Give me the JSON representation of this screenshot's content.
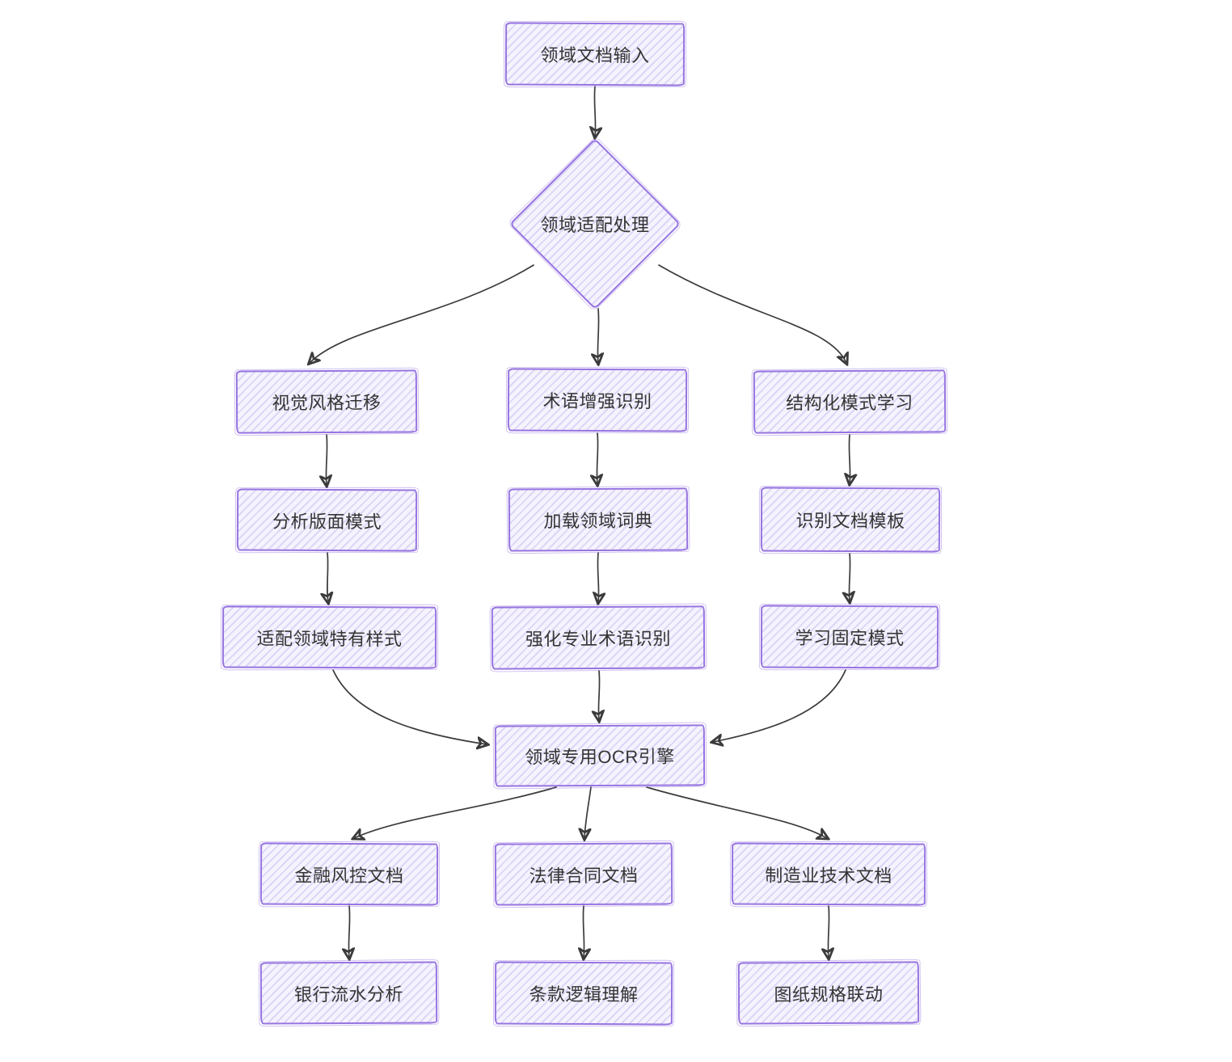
{
  "diagram": {
    "type": "flowchart",
    "direction": "top-down",
    "style": "hand-drawn",
    "nodes": {
      "input": {
        "label": "领域文档输入",
        "shape": "rect"
      },
      "adapt": {
        "label": "领域适配处理",
        "shape": "diamond"
      },
      "visual": {
        "label": "视觉风格迁移",
        "shape": "rect"
      },
      "term": {
        "label": "术语增强识别",
        "shape": "rect"
      },
      "struct": {
        "label": "结构化模式学习",
        "shape": "rect"
      },
      "layout": {
        "label": "分析版面模式",
        "shape": "rect"
      },
      "dict": {
        "label": "加载领域词典",
        "shape": "rect"
      },
      "template": {
        "label": "识别文档模板",
        "shape": "rect"
      },
      "style": {
        "label": "适配领域特有样式",
        "shape": "rect"
      },
      "prof": {
        "label": "强化专业术语识别",
        "shape": "rect"
      },
      "fixed": {
        "label": "学习固定模式",
        "shape": "rect"
      },
      "ocr": {
        "label": "领域专用OCR引擎",
        "shape": "rect"
      },
      "finance": {
        "label": "金融风控文档",
        "shape": "rect"
      },
      "legal": {
        "label": "法律合同文档",
        "shape": "rect"
      },
      "manu": {
        "label": "制造业技术文档",
        "shape": "rect"
      },
      "bank": {
        "label": "银行流水分析",
        "shape": "rect"
      },
      "clause": {
        "label": "条款逻辑理解",
        "shape": "rect"
      },
      "drawing": {
        "label": "图纸规格联动",
        "shape": "rect"
      }
    },
    "edges": [
      {
        "from": "input",
        "to": "adapt"
      },
      {
        "from": "adapt",
        "to": "visual"
      },
      {
        "from": "adapt",
        "to": "term"
      },
      {
        "from": "adapt",
        "to": "struct"
      },
      {
        "from": "visual",
        "to": "layout"
      },
      {
        "from": "term",
        "to": "dict"
      },
      {
        "from": "struct",
        "to": "template"
      },
      {
        "from": "layout",
        "to": "style"
      },
      {
        "from": "dict",
        "to": "prof"
      },
      {
        "from": "template",
        "to": "fixed"
      },
      {
        "from": "style",
        "to": "ocr"
      },
      {
        "from": "prof",
        "to": "ocr"
      },
      {
        "from": "fixed",
        "to": "ocr"
      },
      {
        "from": "ocr",
        "to": "finance"
      },
      {
        "from": "ocr",
        "to": "legal"
      },
      {
        "from": "ocr",
        "to": "manu"
      },
      {
        "from": "finance",
        "to": "bank"
      },
      {
        "from": "legal",
        "to": "clause"
      },
      {
        "from": "manu",
        "to": "drawing"
      }
    ]
  },
  "colors": {
    "node_border": "#9674e0",
    "node_fill": "#f5f3fd",
    "hatch": "#ddd6f6",
    "text": "#343434",
    "edge": "#3b3b3b",
    "background": "#ffffff"
  }
}
